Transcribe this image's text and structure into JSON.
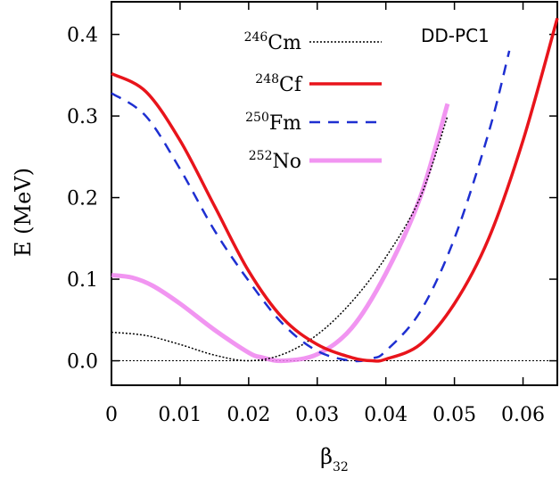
{
  "chart_data": {
    "type": "line",
    "xlabel": "β",
    "xlabel_sub": "32",
    "ylabel": "E (MeV)",
    "xlim": [
      0,
      0.065
    ],
    "ylim": [
      -0.03,
      0.44
    ],
    "xticks": [
      0,
      0.01,
      0.02,
      0.03,
      0.04,
      0.05,
      0.06
    ],
    "xtick_labels": [
      "0",
      "0.01",
      "0.02",
      "0.03",
      "0.04",
      "0.05",
      "0.06"
    ],
    "yticks": [
      0,
      0.1,
      0.2,
      0.3,
      0.4
    ],
    "ytick_labels": [
      "0.0",
      "0.1",
      "0.2",
      "0.3",
      "0.4"
    ],
    "annotation": "DD-PC1",
    "legend_position": "top-center",
    "series": [
      {
        "name": "Cm",
        "mass": "246",
        "color": "#000000",
        "style": "dotted",
        "x": [
          0,
          0.005,
          0.01,
          0.015,
          0.02,
          0.025,
          0.03,
          0.035,
          0.04,
          0.045,
          0.049
        ],
        "y": [
          0.035,
          0.031,
          0.02,
          0.007,
          0.0,
          0.008,
          0.032,
          0.072,
          0.127,
          0.2,
          0.3
        ]
      },
      {
        "name": "Cf",
        "mass": "248",
        "color": "#e8141b",
        "style": "solid",
        "x": [
          0,
          0.005,
          0.01,
          0.015,
          0.02,
          0.025,
          0.03,
          0.035,
          0.038,
          0.04,
          0.045,
          0.05,
          0.055,
          0.06,
          0.065
        ],
        "y": [
          0.352,
          0.33,
          0.27,
          0.19,
          0.11,
          0.052,
          0.02,
          0.004,
          0.0,
          0.002,
          0.02,
          0.07,
          0.15,
          0.27,
          0.42
        ]
      },
      {
        "name": "Fm",
        "mass": "250",
        "color": "#1e2fd1",
        "style": "dashed",
        "x": [
          0,
          0.005,
          0.01,
          0.015,
          0.02,
          0.025,
          0.03,
          0.035,
          0.038,
          0.04,
          0.045,
          0.05,
          0.055,
          0.058
        ],
        "y": [
          0.328,
          0.3,
          0.235,
          0.16,
          0.098,
          0.045,
          0.012,
          0.0,
          0.003,
          0.012,
          0.06,
          0.15,
          0.28,
          0.38
        ]
      },
      {
        "name": "No",
        "mass": "252",
        "color": "#ee82ee",
        "style": "solid-thick",
        "x": [
          0,
          0.003,
          0.006,
          0.01,
          0.015,
          0.02,
          0.022,
          0.025,
          0.03,
          0.035,
          0.04,
          0.045,
          0.049
        ],
        "y": [
          0.105,
          0.102,
          0.092,
          0.07,
          0.038,
          0.01,
          0.004,
          0.0,
          0.008,
          0.04,
          0.107,
          0.2,
          0.315
        ]
      }
    ]
  }
}
